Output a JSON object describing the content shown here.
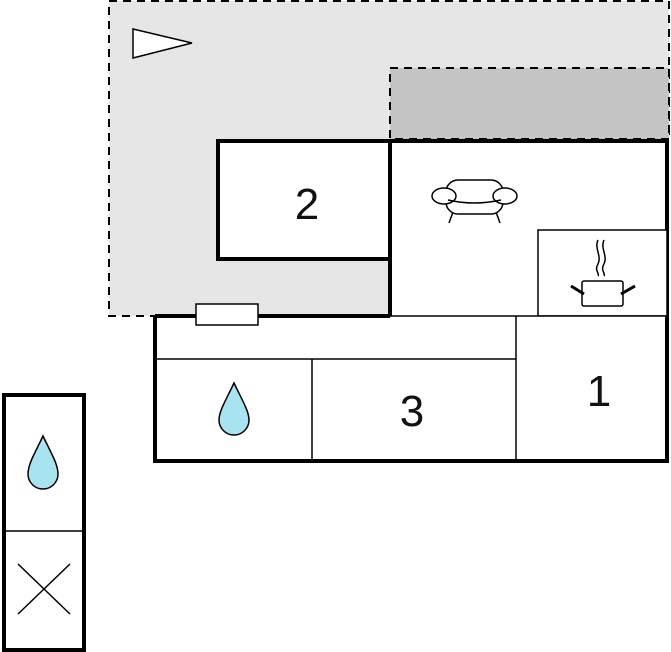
{
  "floorplan": {
    "rooms": [
      {
        "id": "bedroom-2",
        "label": "2"
      },
      {
        "id": "bathroom-3",
        "label": "3"
      },
      {
        "id": "bedroom-1",
        "label": "1"
      }
    ],
    "icons": {
      "north_arrow": "triangle-arrow-icon",
      "sofa": "sofa-icon",
      "kitchen": "cooking-pot-icon",
      "water": "water-drop-icon",
      "cross": "cross-icon",
      "heater": "radiator-icon"
    },
    "colors": {
      "terrace": "#e6e6e6",
      "covered_terrace": "#c4c4c4",
      "wall": "#000000",
      "water_drop": "#a8e4ef"
    }
  }
}
